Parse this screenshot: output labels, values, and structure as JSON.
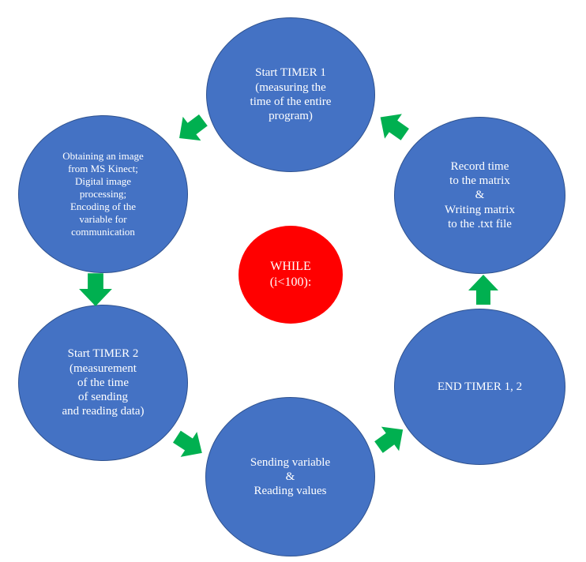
{
  "nodes": {
    "start_timer_1": "Start TIMER 1\n(measuring the\ntime of the entire\nprogram)",
    "obtaining_image": "Obtaining an image\nfrom MS Kinect;\nDigital image\nprocessing;\nEncoding of the\nvariable for\ncommunication",
    "start_timer_2": "Start TIMER 2\n(measurement\nof the time\nof sending\nand reading data)",
    "sending_variable": "Sending variable\n&\nReading values",
    "end_timer": "END TIMER 1, 2",
    "record_time": "Record time\nto the matrix\n&\nWriting matrix\nto the .txt file",
    "while_loop": "WHILE\n(i<100):"
  },
  "colors": {
    "node_fill": "#4472c4",
    "node_border": "#2f528f",
    "center_fill": "#ff0000",
    "arrow": "#00b050",
    "text": "#ffffff"
  }
}
